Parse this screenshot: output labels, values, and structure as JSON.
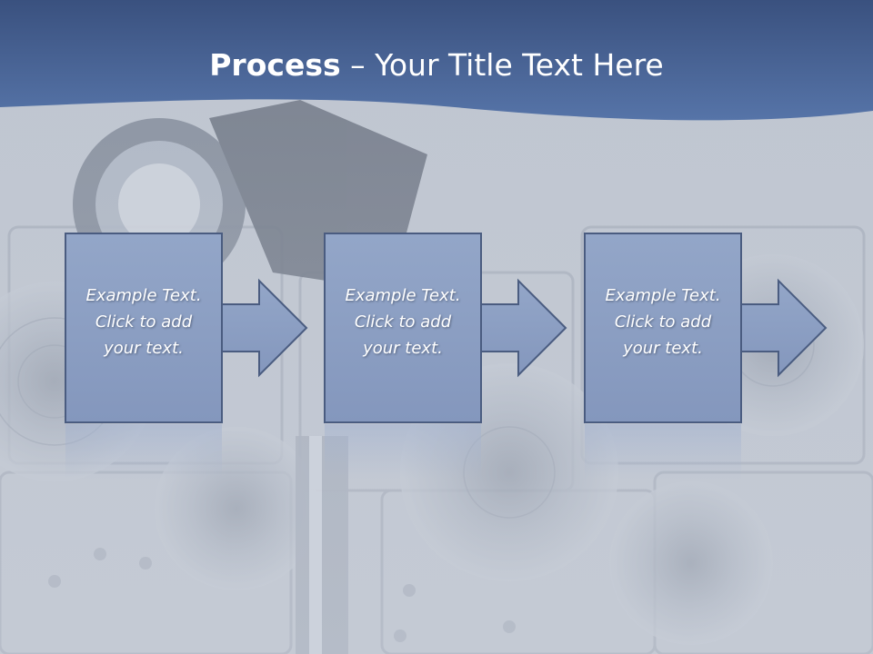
{
  "slide": {
    "title_bold": "Process",
    "title_rest": " – Your Title Text Here",
    "steps": [
      {
        "lines": [
          "Example Text.",
          "Click  to add",
          "your text."
        ]
      },
      {
        "lines": [
          "Example Text.",
          "Click  to add",
          "your text."
        ]
      },
      {
        "lines": [
          "Example Text.",
          "Click  to add",
          "your text."
        ]
      }
    ]
  },
  "colors": {
    "header_blue": "#4f6a9c",
    "box_fill": "#8ea2c6",
    "box_border": "#4a5c80",
    "text": "#ffffff"
  }
}
